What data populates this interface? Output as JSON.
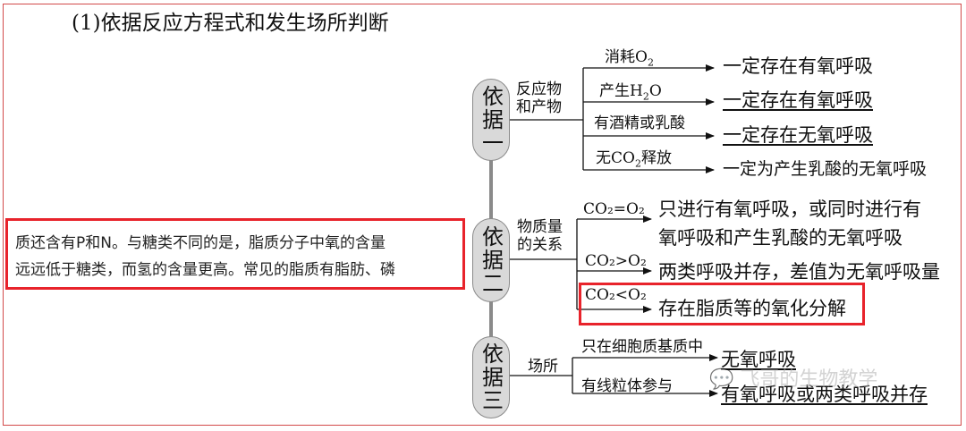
{
  "title": "(1)依据反应方程式和发生场所判断",
  "basis": [
    {
      "label": "依据一",
      "category_lines": [
        "反应物",
        "和产物"
      ],
      "branches": [
        {
          "condition_main": "消耗O",
          "condition_sub": "2",
          "condition_tail": "",
          "result": "一定存在有氧呼吸"
        },
        {
          "condition_main": "产生H",
          "condition_sub": "2",
          "condition_tail": "O",
          "result": "一定存在有氧呼吸"
        },
        {
          "condition_main": "有酒精或乳酸",
          "condition_sub": "",
          "condition_tail": "",
          "result": "一定存在无氧呼吸"
        },
        {
          "condition_main": "无CO",
          "condition_sub": "2",
          "condition_tail": "释放",
          "result": "一定为产生乳酸的无氧呼吸"
        }
      ]
    },
    {
      "label": "依据二",
      "category_lines": [
        "物质量",
        "的关系"
      ],
      "branches": [
        {
          "condition": "CO₂=O₂",
          "result_lines": [
            "只进行有氧呼吸，或同时进行有",
            "氧呼吸和产生乳酸的无氧呼吸"
          ]
        },
        {
          "condition": "CO₂>O₂",
          "result_lines": [
            "两类呼吸并存，差值为无氧呼吸量"
          ]
        },
        {
          "condition": "CO₂<O₂",
          "result_lines": [
            "存在脂质等的氧化分解"
          ]
        }
      ]
    },
    {
      "label": "依据三",
      "category_lines": [
        "场所"
      ],
      "branches": [
        {
          "condition": "只在细胞质基质中",
          "result": "无氧呼吸"
        },
        {
          "condition": "有线粒体参与",
          "result": "有氧呼吸或两类呼吸并存"
        }
      ]
    }
  ],
  "excerpt_lines": [
    "质还含有P和N。与糖类不同的是，脂质分子中氧的含量",
    "远远低于糖类，而氢的含量更高。常见的脂质有脂肪、磷"
  ],
  "watermark": "飞哥的生物教学",
  "colors": {
    "highlight": "#e8232b",
    "pill_fill": "#d9d9d9",
    "frame": "#d24a4a"
  }
}
